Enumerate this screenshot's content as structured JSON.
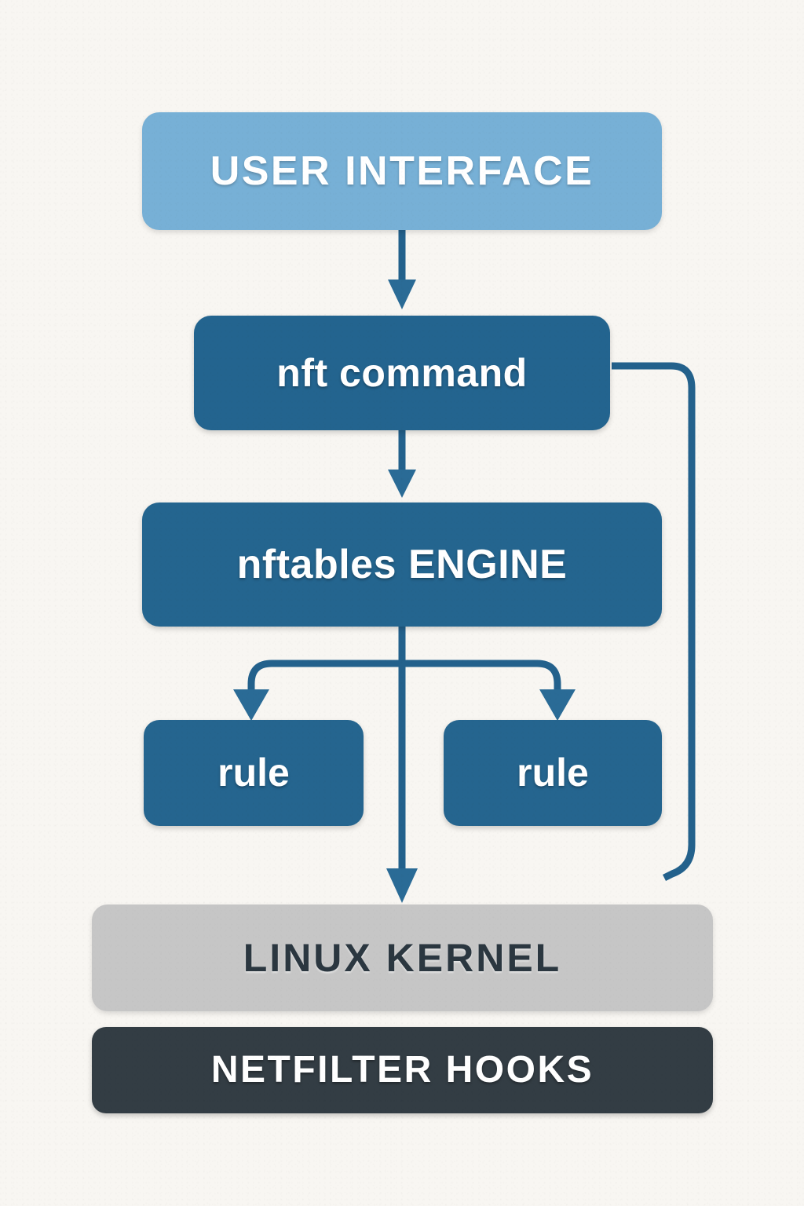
{
  "diagram": {
    "title": "nftables architecture flow",
    "background_color": "#f8f6f2",
    "connector_color": "#23618c",
    "nodes": {
      "user_interface": {
        "label": "USER INTERFACE",
        "fill": "#77b0d6",
        "text_color": "#ffffff"
      },
      "nft_command": {
        "label": "nft command",
        "fill": "#23648f",
        "text_color": "#ffffff"
      },
      "nftables_engine": {
        "label": "nftables ENGINE",
        "fill": "#24658f",
        "text_color": "#ffffff"
      },
      "rule_left": {
        "label": "rule",
        "fill": "#25658f",
        "text_color": "#ffffff"
      },
      "rule_right": {
        "label": "rule",
        "fill": "#25658f",
        "text_color": "#ffffff"
      },
      "linux_kernel": {
        "label": "LINUX KERNEL",
        "fill": "#c6c6c6",
        "text_color": "#2b3740"
      },
      "netfilter_hooks": {
        "label": "NETFILTER HOOKS",
        "fill": "#333d44",
        "text_color": "#ffffff"
      }
    },
    "edges": [
      {
        "name": "ui-to-nft",
        "from": "user_interface",
        "to": "nft_command",
        "style": "straight-arrow"
      },
      {
        "name": "nft-to-engine",
        "from": "nft_command",
        "to": "nftables_engine",
        "style": "straight-arrow"
      },
      {
        "name": "engine-to-rule-left",
        "from": "nftables_engine",
        "to": "rule_left",
        "style": "branch-arrow"
      },
      {
        "name": "engine-to-rule-right",
        "from": "nftables_engine",
        "to": "rule_right",
        "style": "branch-arrow"
      },
      {
        "name": "engine-to-kernel",
        "from": "nftables_engine",
        "to": "linux_kernel",
        "style": "straight-arrow"
      },
      {
        "name": "nft-bypass-to-kernel",
        "from": "nft_command",
        "to": "linux_kernel",
        "style": "side-loop"
      }
    ]
  }
}
